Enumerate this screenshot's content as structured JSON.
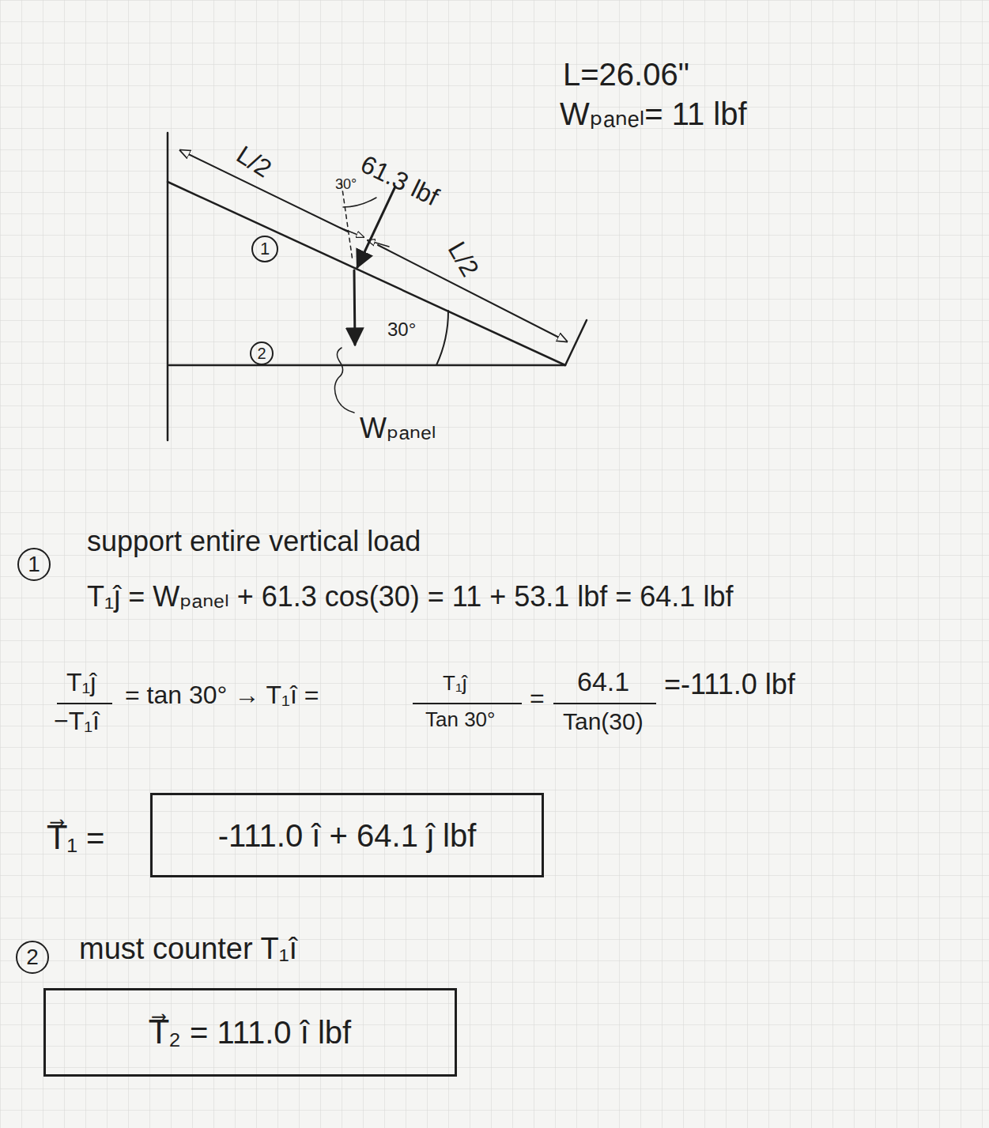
{
  "diagram": {
    "nodes": [
      {
        "text": [
          "1"
        ]
      },
      {
        "text": [
          "2"
        ]
      },
      {
        "text": [
          "1"
        ]
      },
      {
        "text": [
          "-111.0 î + 64.1 ĵ lbf"
        ]
      },
      {
        "text": [
          "2"
        ]
      },
      {
        "text": [
          "T⃗₂ = 111.0 î   lbf"
        ]
      }
    ],
    "labels": [
      "L=26.06\"",
      "Wₚₐₙₑₗ= 11 lbf",
      "L/2",
      "61.3 lbf",
      "30°",
      "L/2",
      "30°",
      "Wₚₐₙₑₗ",
      "support entire vertical load",
      "T₁ĵ = Wₚₐₙₑₗ + 61.3 cos(30) = 11 + 53.1 lbf = 64.1 lbf",
      "T₁ĵ",
      "−T₁î",
      "= tan 30° → T₁î =",
      "T₁ĵ",
      "Tan 30°",
      "=",
      "64.1",
      "Tan(30)",
      "=-111.0 lbf",
      "T⃗₁ =",
      "must counter T₁î"
    ]
  }
}
